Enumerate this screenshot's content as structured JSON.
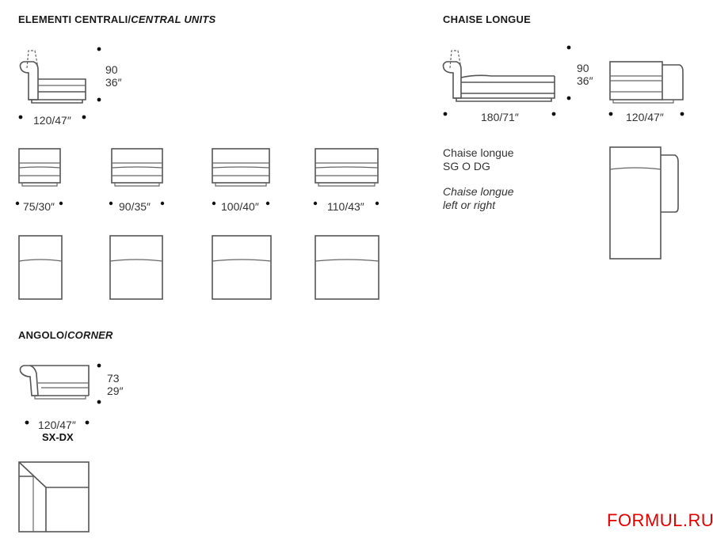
{
  "central": {
    "heading_it": "ELEMENTI CENTRALI/",
    "heading_en": "CENTRAL UNITS",
    "height_cm": "90",
    "height_in": "36″",
    "depth": "120/47″",
    "widths": [
      "75/30″",
      "90/35″",
      "100/40″",
      "110/43″"
    ]
  },
  "chaise": {
    "heading": "CHAISE LONGUE",
    "height_cm": "90",
    "height_in": "36″",
    "length": "180/71″",
    "depth": "120/47″",
    "name_it": "Chaise longue",
    "code": "SG O DG",
    "name_en": "Chaise longue",
    "sides_en": "left or right"
  },
  "corner": {
    "heading_it": "ANGOLO/",
    "heading_en": "CORNER",
    "height_cm": "73",
    "height_in": "29″",
    "depth": "120/47″",
    "code": "SX-DX"
  },
  "watermark": "FORMUL.RU"
}
